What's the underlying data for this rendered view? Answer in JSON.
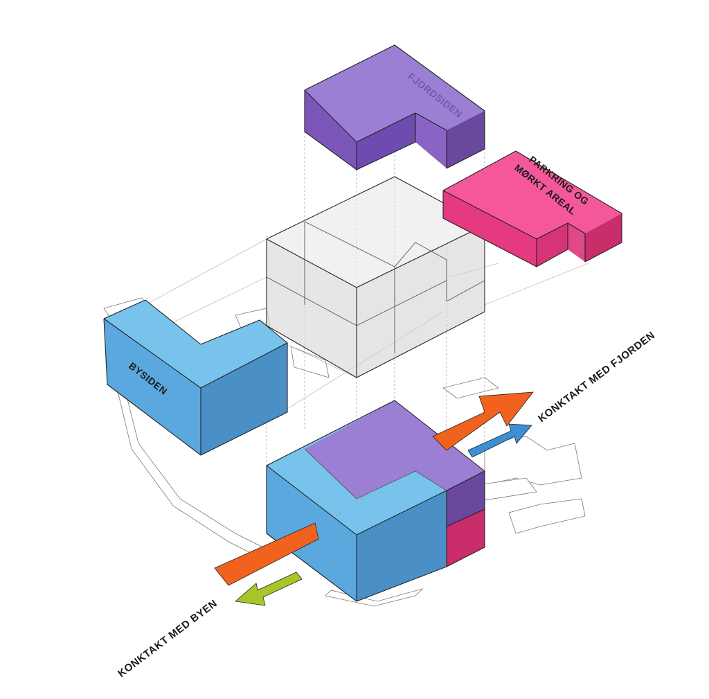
{
  "diagram": {
    "labels": {
      "fjordsiden": "FJORDSIDEN",
      "parkering": [
        "PARKRING OG",
        "MØRKT AREAL"
      ],
      "bysiden": "BYSIDEN",
      "kontakt_fjorden": "KONKTAKT MED FJORDEN",
      "kontakt_byen": "KONKTAKT MED BYEN"
    },
    "colors": {
      "purple_top": "#9b7fd4",
      "purple_left": "#7b56b8",
      "purple_right": "#6a489e",
      "pink_top": "#f4589a",
      "pink_left": "#e53a80",
      "pink_right": "#c92d6a",
      "blue_top": "#78c3ec",
      "blue_left": "#5aa8dd",
      "blue_right": "#4a8fc6",
      "orange_arrow": "#f0621e",
      "blue_arrow": "#3d8ed6",
      "green_arrow": "#a7c62a",
      "grey_box": "#dedede"
    }
  }
}
